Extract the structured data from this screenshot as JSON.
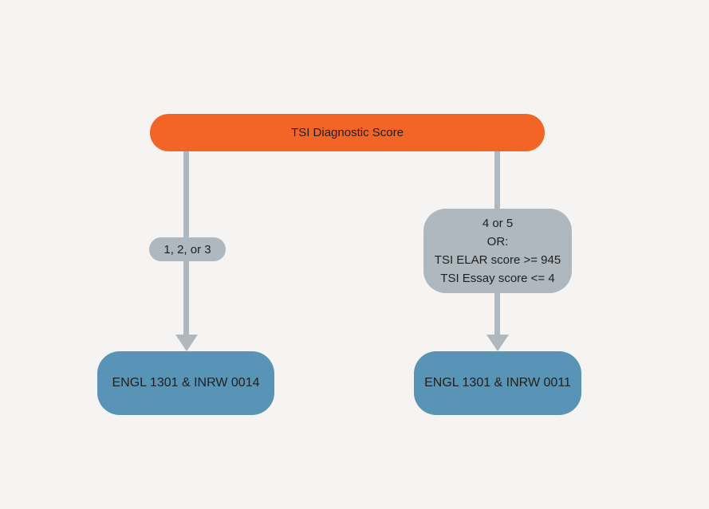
{
  "colors": {
    "background": "#F5F4F2",
    "root_fill": "#F26526",
    "condition_fill": "#AEB8BE",
    "result_fill": "#5794B6",
    "connector": "#AEB8BE",
    "text": "#1F1F1F"
  },
  "flowchart": {
    "root": {
      "label": "TSI Diagnostic Score"
    },
    "left_branch": {
      "condition": "1, 2, or 3",
      "result": "ENGL 1301 & INRW 0014"
    },
    "right_branch": {
      "condition_lines": {
        "0": "4 or 5",
        "1": "OR:",
        "2": "TSI ELAR score >= 945",
        "3": "TSI Essay score <= 4"
      },
      "result": "ENGL 1301 & INRW 0011"
    }
  }
}
